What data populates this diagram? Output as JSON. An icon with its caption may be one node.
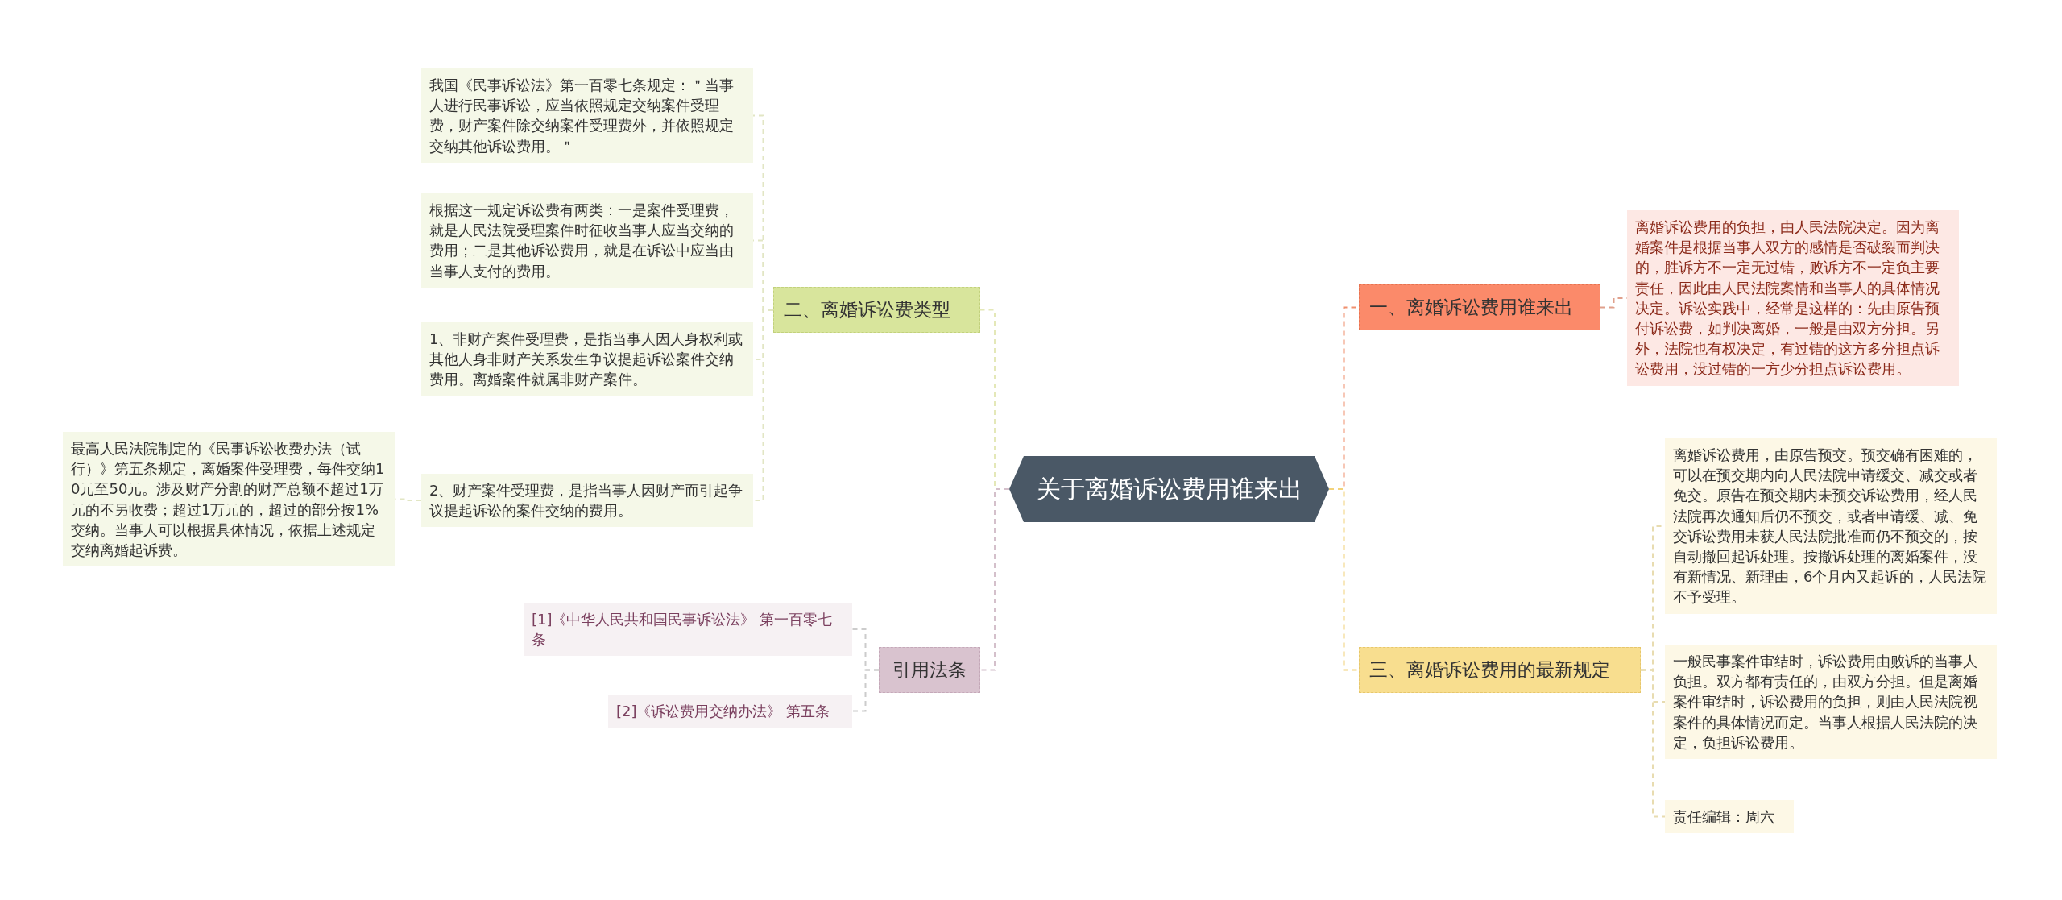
{
  "diagram": {
    "nodes": [
      {
        "text": [
          "关于离婚诉讼费用谁来出"
        ]
      },
      {
        "text": [
          "一、离婚诉讼费用谁来出"
        ]
      },
      {
        "text": [
          "离婚诉讼费用的负担，由人民法院决定。因为离婚案件是根据当事人双方的感情是否破裂而判决的，胜诉方不一定无过错，败诉方不一定负主要责任，因此由人民法院案情和当事人的具体情况决定。诉讼实践中，经常是这样的：先由原告预付诉讼费，如判决离婚，一般是由双方分担。另外，法院也有权决定，有过错的这方多分担点诉讼费用，没过错的一方少分担点诉讼费用。"
        ]
      },
      {
        "text": [
          "三、离婚诉讼费用的最新规定"
        ]
      },
      {
        "text": [
          "离婚诉讼费用，由原告预交。预交确有困难的，可以在预交期内向人民法院申请缓交、减交或者免交。原告在预交期内未预交诉讼费用，经人民法院再次通知后仍不预交，或者申请缓、减、免交诉讼费用未获人民法院批准而仍不预交的，按自动撤回起诉处理。按撤诉处理的离婚案件，没有新情况、新理由，6个月内又起诉的，人民法院不予受理。"
        ]
      },
      {
        "text": [
          "一般民事案件审结时，诉讼费用由败诉的当事人负担。双方都有责任的，由双方分担。但是离婚案件审结时，诉讼费用的负担，则由人民法院视案件的具体情况而定。当事人根据人民法院的决定，负担诉讼费用。"
        ]
      },
      {
        "text": [
          "责任编辑：周六"
        ]
      },
      {
        "text": [
          "二、离婚诉讼费类型"
        ]
      },
      {
        "text": [
          "我国《民事诉讼法》第一百零七条规定：＂当事人进行民事诉讼，应当依照规定交纳案件受理费，财产案件除交纳案件受理费外，并依照规定交纳其他诉讼费用。＂"
        ]
      },
      {
        "text": [
          "根据这一规定诉讼费有两类：一是案件受理费，就是人民法院受理案件时征收当事人应当交纳的费用；二是其他诉讼费用，就是在诉讼中应当由当事人支付的费用。"
        ]
      },
      {
        "text": [
          "1、非财产案件受理费，是指当事人因人身权利或其他人身非财产关系发生争议提起诉讼案件交纳费用。离婚案件就属非财产案件。"
        ]
      },
      {
        "text": [
          "2、财产案件受理费，是指当事人因财产而引起争议提起诉讼的案件交纳的费用。"
        ]
      },
      {
        "text": [
          "最高人民法院制定的《民事诉讼收费办法（试行）》第五条规定，离婚案件受理费，每件交纳10元至50元。涉及财产分割的财产总额不超过1万元的不另收费；超过1万元的，超过的部分按1%交纳。当事人可以根据具体情况，依据上述规定交纳离婚起诉费。"
        ]
      },
      {
        "text": [
          "引用法条"
        ]
      },
      {
        "text": [
          "[1]《中华人民共和国民事诉讼法》 第一百零七条"
        ]
      },
      {
        "text": [
          "[2]《诉讼费用交纳办法》 第五条"
        ]
      }
    ],
    "edges": [
      {
        "from": 0,
        "to": 1,
        "arrow": "none",
        "style": "dashed",
        "color": "#f0906e"
      },
      {
        "from": 1,
        "to": 2,
        "arrow": "none",
        "style": "dashed",
        "color": "#e0a08c"
      },
      {
        "from": 0,
        "to": 3,
        "arrow": "none",
        "style": "dashed",
        "color": "#f2d27a"
      },
      {
        "from": 3,
        "to": 4,
        "arrow": "none",
        "style": "dashed",
        "color": "#e8dcb0"
      },
      {
        "from": 3,
        "to": 5,
        "arrow": "none",
        "style": "dashed",
        "color": "#e8dcb0"
      },
      {
        "from": 3,
        "to": 6,
        "arrow": "none",
        "style": "dashed",
        "color": "#e8dcb0"
      },
      {
        "from": 0,
        "to": 7,
        "arrow": "none",
        "style": "dashed",
        "color": "#e4e8b8"
      },
      {
        "from": 7,
        "to": 8,
        "arrow": "none",
        "style": "dashed",
        "color": "#e2e6c4"
      },
      {
        "from": 7,
        "to": 9,
        "arrow": "none",
        "style": "dashed",
        "color": "#e2e6c4"
      },
      {
        "from": 7,
        "to": 10,
        "arrow": "none",
        "style": "dashed",
        "color": "#e2e6c4"
      },
      {
        "from": 7,
        "to": 11,
        "arrow": "none",
        "style": "dashed",
        "color": "#e2e6c4"
      },
      {
        "from": 11,
        "to": 12,
        "arrow": "none",
        "style": "dashed",
        "color": "#e2e6c4"
      },
      {
        "from": 0,
        "to": 13,
        "arrow": "none",
        "style": "dashed",
        "color": "#d4c0cb"
      },
      {
        "from": 13,
        "to": 14,
        "arrow": "none",
        "style": "dashed",
        "color": "#cccccc"
      },
      {
        "from": 13,
        "to": 15,
        "arrow": "none",
        "style": "dashed",
        "color": "#cccccc"
      }
    ]
  }
}
